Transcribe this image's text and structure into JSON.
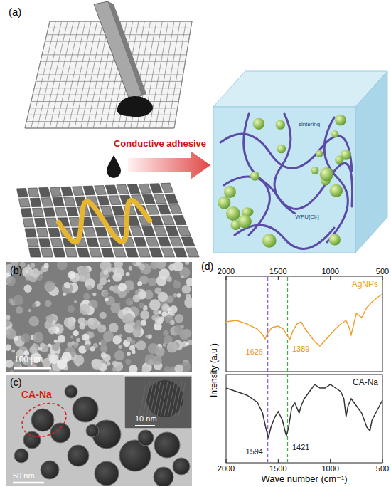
{
  "diagram": {
    "labels": [
      "(a)",
      "Conductive adhesive",
      "sintering",
      "WPU[Cl-]",
      "(b)",
      "100 μm",
      "(c)",
      "CA-Na",
      "10 nm",
      "50 nm",
      "(d)",
      "2000",
      "1500",
      "1000",
      "500",
      "AgNPs",
      "1626",
      "1389",
      "Intensity (a.u.)",
      "CA-Na",
      "1594",
      "1421",
      "2000",
      "1500",
      "1000",
      "500",
      "Wave number (cm⁻¹)"
    ]
  }
}
